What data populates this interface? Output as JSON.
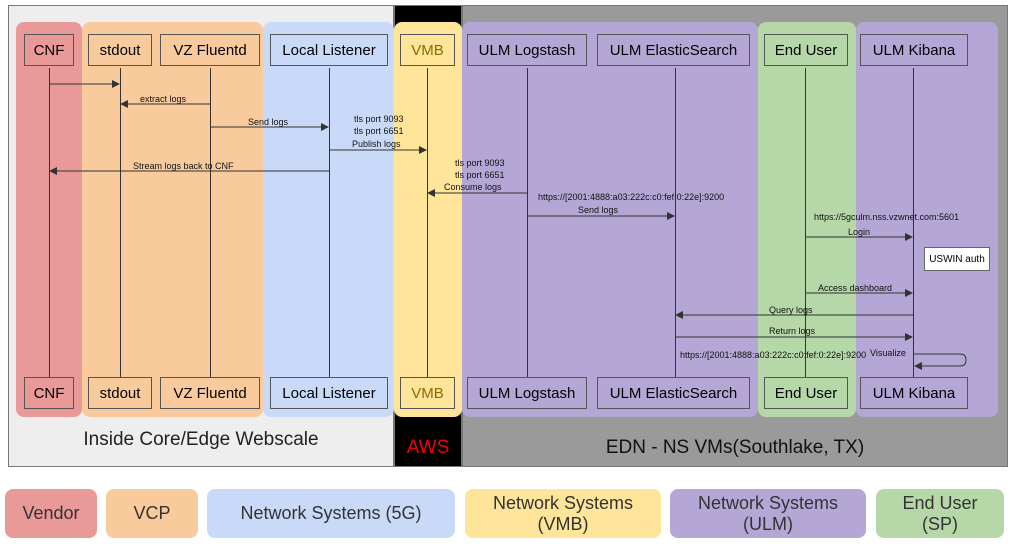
{
  "zones": {
    "inside": "Inside Core/Edge Webscale",
    "aws": "AWS",
    "edn": "EDN - NS VMs(Southlake, TX)"
  },
  "participants": [
    {
      "key": "cnf",
      "label": "CNF"
    },
    {
      "key": "stdout",
      "label": "stdout"
    },
    {
      "key": "fluentd",
      "label": "VZ Fluentd"
    },
    {
      "key": "listener",
      "label": "Local Listener"
    },
    {
      "key": "vmb",
      "label": "VMB"
    },
    {
      "key": "logstash",
      "label": "ULM Logstash"
    },
    {
      "key": "elastic",
      "label": "ULM ElasticSearch"
    },
    {
      "key": "enduser",
      "label": "End User"
    },
    {
      "key": "kibana",
      "label": "ULM Kibana"
    }
  ],
  "messages": {
    "extract_logs": "extract logs",
    "send_logs_1": "Send logs",
    "tls_9093_a": "tls port 9093",
    "tls_6651_a": "tls port 6651",
    "publish_logs": "Publish logs",
    "stream_back": "Stream logs back to CNF",
    "tls_9093_b": "tls port 9093",
    "tls_6651_b": "tls port 6651",
    "consume_logs": "Consume logs",
    "es_url_1": "https://[2001:4888:a03:222c:c0:fef:0:22e]:9200",
    "send_logs_2": "Send logs",
    "kibana_url": "https://5gculm.nss.vzwnet.com:5601",
    "login": "Login",
    "uswin_auth": "USWIN auth",
    "access_dashboard": "Access dashboard",
    "query_logs": "Query logs",
    "return_logs": "Return logs",
    "es_url_2": "https://[2001:4888:a03:222c:c0:fef:0:22e]:9200",
    "visualize": "Visualize"
  },
  "legend": [
    {
      "label": "Vendor",
      "color": "#ea9999"
    },
    {
      "label": "VCP",
      "color": "#f9cb9c"
    },
    {
      "label": "Network Systems (5G)",
      "color": "#c9daf8"
    },
    {
      "label": "Network Systems (VMB)",
      "color": "#ffe599"
    },
    {
      "label": "Network Systems (ULM)",
      "color": "#b4a7d6"
    },
    {
      "label": "End User (SP)",
      "color": "#b6d7a8"
    }
  ]
}
